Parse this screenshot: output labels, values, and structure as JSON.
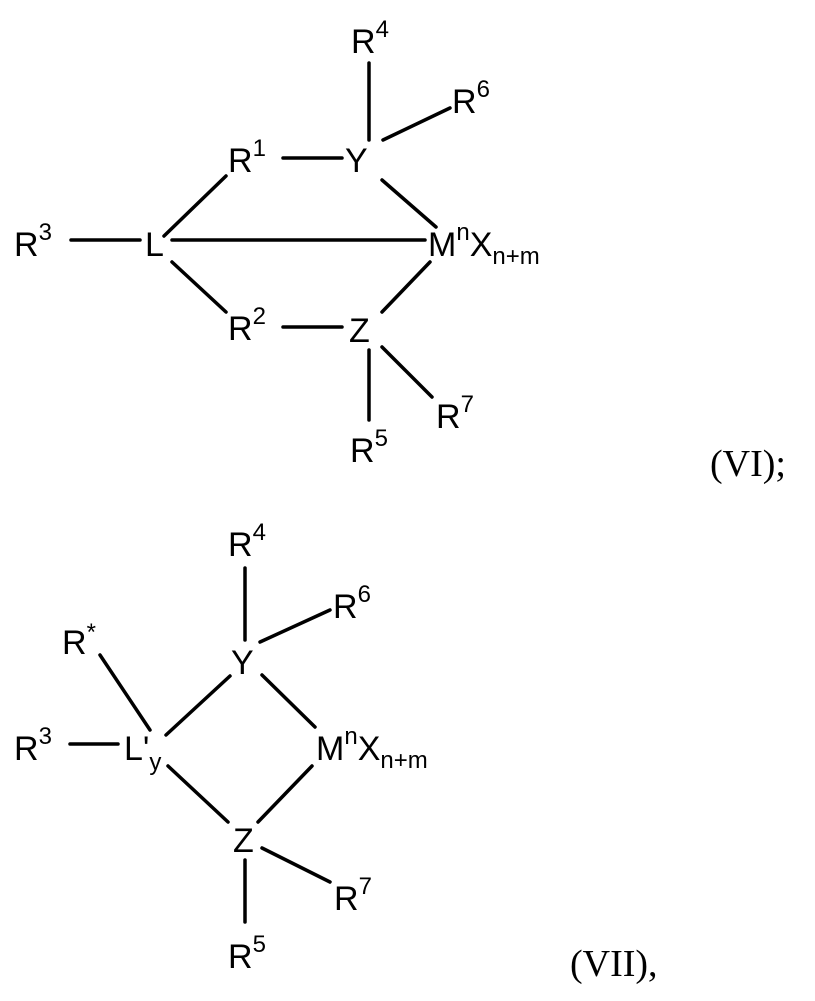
{
  "structure_vi": {
    "atoms": {
      "r4": {
        "base": "R",
        "sup": "4"
      },
      "r6": {
        "base": "R",
        "sup": "6"
      },
      "r1": {
        "base": "R",
        "sup": "1"
      },
      "y": {
        "base": "Y"
      },
      "r3": {
        "base": "R",
        "sup": "3"
      },
      "l": {
        "base": "L"
      },
      "m": {
        "base": "M",
        "sup": "n",
        "x": "X",
        "sub": "n+m"
      },
      "r2": {
        "base": "R",
        "sup": "2"
      },
      "z": {
        "base": "Z"
      },
      "r7": {
        "base": "R",
        "sup": "7"
      },
      "r5": {
        "base": "R",
        "sup": "5"
      }
    },
    "label": "(VI);"
  },
  "structure_vii": {
    "atoms": {
      "r4": {
        "base": "R",
        "sup": "4"
      },
      "r6": {
        "base": "R",
        "sup": "6"
      },
      "rstar": {
        "base": "R",
        "sup": "*"
      },
      "y": {
        "base": "Y"
      },
      "r3": {
        "base": "R",
        "sup": "3"
      },
      "l": {
        "base": "L'",
        "sub": "y"
      },
      "m": {
        "base": "M",
        "sup": "n",
        "x": "X",
        "sub": "n+m"
      },
      "z": {
        "base": "Z"
      },
      "r7": {
        "base": "R",
        "sup": "7"
      },
      "r5": {
        "base": "R",
        "sup": "5"
      }
    },
    "label": "(VII),"
  }
}
